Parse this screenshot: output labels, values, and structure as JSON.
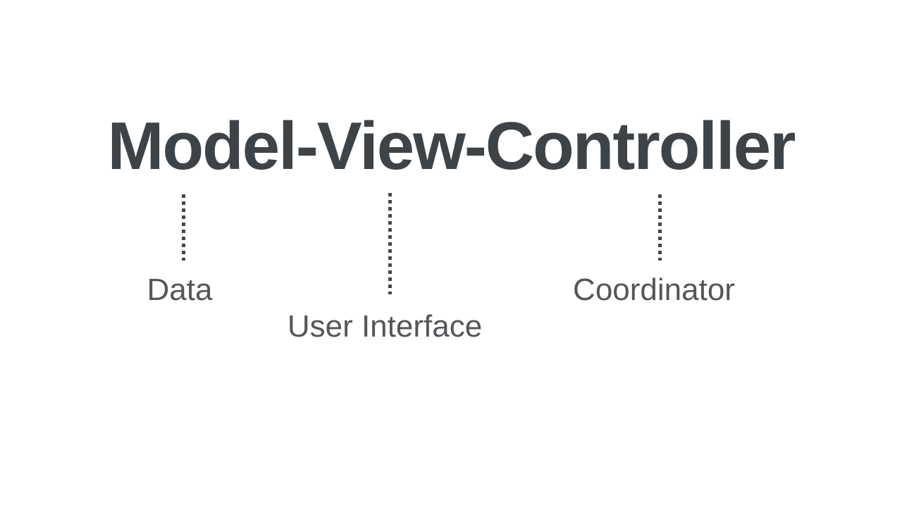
{
  "slide": {
    "title": "Model-View-Controller",
    "connectors": [
      {
        "word": "Model",
        "label": "Data"
      },
      {
        "word": "View",
        "label": "User Interface"
      },
      {
        "word": "Controller",
        "label": "Coordinator"
      }
    ],
    "colors": {
      "background": "#ffffff",
      "title_text": "#3e4347",
      "label_text": "#54575a",
      "dotted_line": "#45484c"
    }
  }
}
